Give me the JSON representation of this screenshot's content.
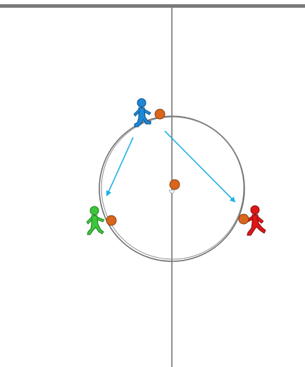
{
  "diagram": {
    "colors": {
      "background": "#ffffff",
      "sideline": "#7a7a7a",
      "midline": "#555555",
      "circle": "#6e6e6e",
      "pass_arrow": "#1fb0e6",
      "ball": "#d9661e",
      "ball_outline": "#8a3e0a",
      "player_blue": "#1e88d6",
      "player_green": "#3cc63c",
      "player_red": "#e01616"
    },
    "players": [
      {
        "team": "blue",
        "has_ball": true
      },
      {
        "team": "green",
        "has_ball": true
      },
      {
        "team": "red",
        "has_ball": true
      }
    ],
    "passes": [
      {
        "from": "blue",
        "to": "green"
      },
      {
        "from": "blue",
        "to": "red"
      }
    ],
    "center_ball": true
  }
}
